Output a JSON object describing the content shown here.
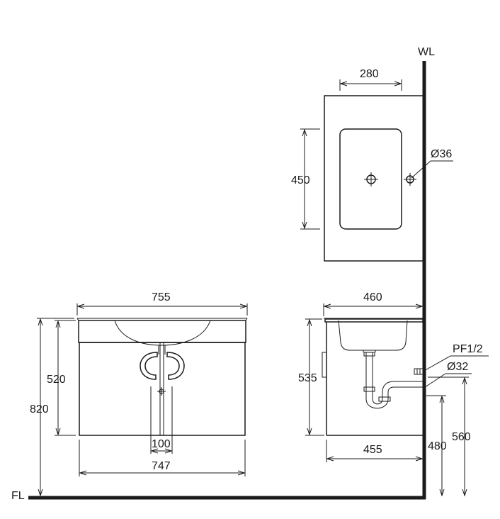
{
  "labels": {
    "wall": "WL",
    "floor": "FL",
    "top_basin_width": "280",
    "top_depth": "450",
    "tap_hole": "Ø36",
    "front_top_width": "755",
    "front_height_cabinet": "520",
    "front_height_total": "820",
    "front_handle": "100",
    "front_cabinet_width": "747",
    "side_top_depth": "460",
    "side_height": "535",
    "side_cabinet_depth": "455",
    "supply_thread": "PF1/2",
    "drain_diameter": "Ø32",
    "drain_height": "480",
    "supply_height": "560"
  }
}
